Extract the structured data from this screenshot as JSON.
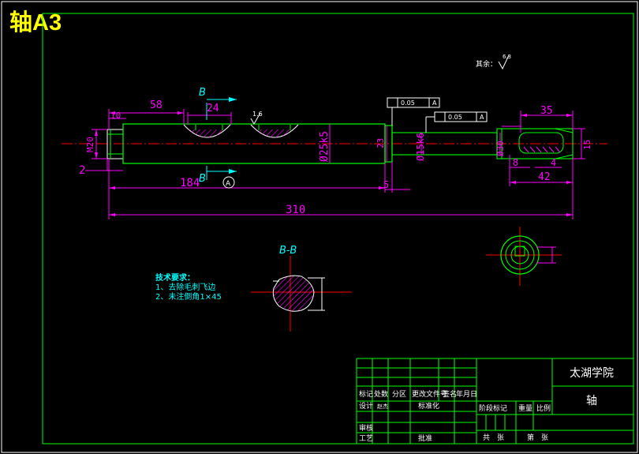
{
  "sheet": {
    "title": "轴A3"
  },
  "dimensions": {
    "d58": "58",
    "d24": "24",
    "d10": "10",
    "d2": "2",
    "d184": "184",
    "d310": "310",
    "d5": "5",
    "d23": "23",
    "d35": "35",
    "d8": "8",
    "d4": "4",
    "d42": "42",
    "phi25k5": "Ø25k5",
    "phi15k6": "Ø15k6",
    "phi20": "M20",
    "phi30": "Ø30",
    "d15": "15"
  },
  "annotations": {
    "section_label": "B",
    "section_view_title": "B-B",
    "datum": "A",
    "tol1": "0.05",
    "tol2": "0.05",
    "roughness": "1.6",
    "rest": "其余：",
    "rest_value": "6.3"
  },
  "tech_req": {
    "heading": "技术要求：",
    "items": [
      "1、去除毛刺飞边",
      "2、未注倒角1×45"
    ]
  },
  "title_block": {
    "school": "太湖学院",
    "part": "轴",
    "row_labels": [
      "标记",
      "处数",
      "分区",
      "更改文件号",
      "签名",
      "年月日"
    ],
    "design": "设计",
    "designer": "赵杰",
    "standard": "标准化",
    "stage": "阶段标记",
    "weight": "重量",
    "scale": "比例",
    "review": "审核",
    "craft": "工艺",
    "approve": "批准",
    "total": "共　张",
    "sheet_no": "第　张"
  },
  "colors": {
    "frame": "#00ff00",
    "dim": "#ff00ff",
    "center": "#ff0000",
    "note": "#00ffff",
    "title": "#ffff00"
  }
}
